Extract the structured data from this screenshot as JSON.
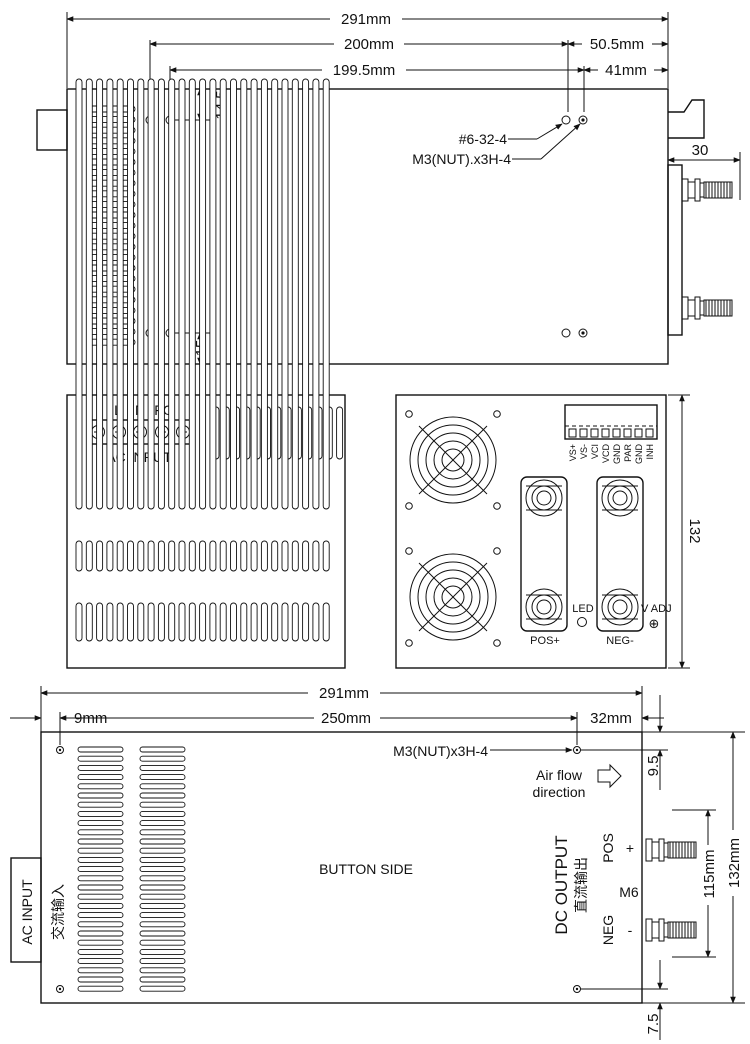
{
  "top_view": {
    "dim_overall": "291mm",
    "dim_mount_outer": "200mm",
    "dim_right_outer": "50.5mm",
    "dim_mount_inner": "199.5mm",
    "dim_right_inner": "41mm",
    "dim_top_offset": "14.5",
    "dim_bottom_offset": "15",
    "dim_terminal_length": "30",
    "screw_label_1": "#6-32-4",
    "screw_label_2": "M3(NUT).x3H-4"
  },
  "ac_panel": {
    "terminal_labels": [
      "L",
      "N",
      "FG"
    ],
    "label": "AC INPUT"
  },
  "dc_panel": {
    "pins": [
      "VS+",
      "VS-",
      "VCI",
      "VCD",
      "GND",
      "PAR",
      "GND",
      "INH"
    ],
    "pos_label": "POS+",
    "neg_label": "NEG-",
    "led_label": "LED",
    "vadj_label": "V ADJ",
    "vadj_symbol": "⊕",
    "height_dim": "132"
  },
  "bottom_view": {
    "dim_overall": "291mm",
    "dim_left": "9mm",
    "dim_center": "250mm",
    "dim_right": "32mm",
    "nut_label": "M3(NUT)x3H-4",
    "airflow_line1": "Air flow",
    "airflow_line2": "direction",
    "center_label": "BUTTON SIDE",
    "ac_input_en": "AC INPUT",
    "ac_input_cn": "交流输入",
    "dc_output_en": "DC OUTPUT",
    "dc_output_cn": "直流输出",
    "pos_label": "POS",
    "pos_sign": "+",
    "neg_label": "NEG",
    "neg_sign": "-",
    "stud_label": "M6",
    "dim_top_margin": "9.5",
    "dim_bottom_margin": "7.5",
    "dim_terminal_span": "115mm",
    "dim_height": "132mm"
  }
}
